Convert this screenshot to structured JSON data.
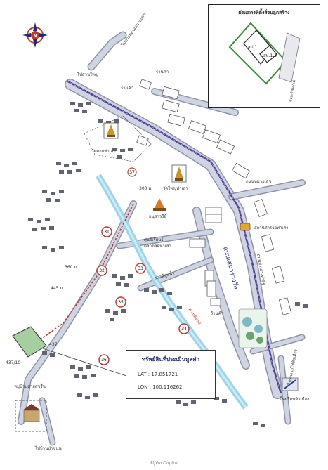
{
  "inset": {
    "title": "ผังแสดงที่ตั้งสิ่งปลูกสร้าง",
    "building_1": "สป.1",
    "building_1_1": "สป.1.1",
    "road_label": "ซอยเจ้าพ่อ/แม่"
  },
  "callout": {
    "title": "ทรัพย์สินที่ประเมินมูลค่า",
    "lat_label": "LAT : 17.851721",
    "lon_label": "LON : 100.116262"
  },
  "map": {
    "road_top": "ไปทางหลวงหมายเลข",
    "road_left_top": "ไปสวนใหญ่",
    "shop_a": "ร้านค้า",
    "shop_b": "ร้านค้า",
    "shop_c": "ร้านค้า",
    "temple_1": "วัดดอยท่าเสา",
    "temple_2": "วัดใหญ่ท่าเสา",
    "distance_300": "300 ม.",
    "distance_360": "360 ม.",
    "distance_445": "445 ม.",
    "place_monument": "อนุสาวรีย์",
    "police": "สถานีตำรวจท่าเสา",
    "label_school": "ศูนย์เรียนรู้",
    "label_market": "ตลาดสดท่าเสา",
    "water_label": "สถานีสูบน้ำ",
    "road_main": "ถนนท่าเสา-ท่าอิฐ",
    "road_center": "ถนนเสมารางวัล",
    "road_side": "ถนนหมายเลข",
    "road_bottom_right": "ไปทางรถไฟหัวเมือง",
    "school_bottom_right": "โรงเรียนหัวเมือง",
    "label_village": "หมู่บ้านสายสุขรื่น",
    "road_bottom_left": "ไปบ้านป่าขนุน",
    "lane_label": "ทางเดินรถ",
    "lot_437": "437",
    "lot_43710": "437/10",
    "circle_31": "31",
    "circle_32": "32",
    "circle_33": "33",
    "circle_35": "35",
    "circle_34": "34",
    "circle_36": "36",
    "circle_37": "37"
  },
  "footer": "Alpha Capital",
  "colors": {
    "road": "#cfd4e2",
    "road_edge": "#8e93a8",
    "railway": "#4b3d8f",
    "river": "#9fd3ea",
    "path": "#c0392b",
    "parcel": "#a6cf9f"
  }
}
